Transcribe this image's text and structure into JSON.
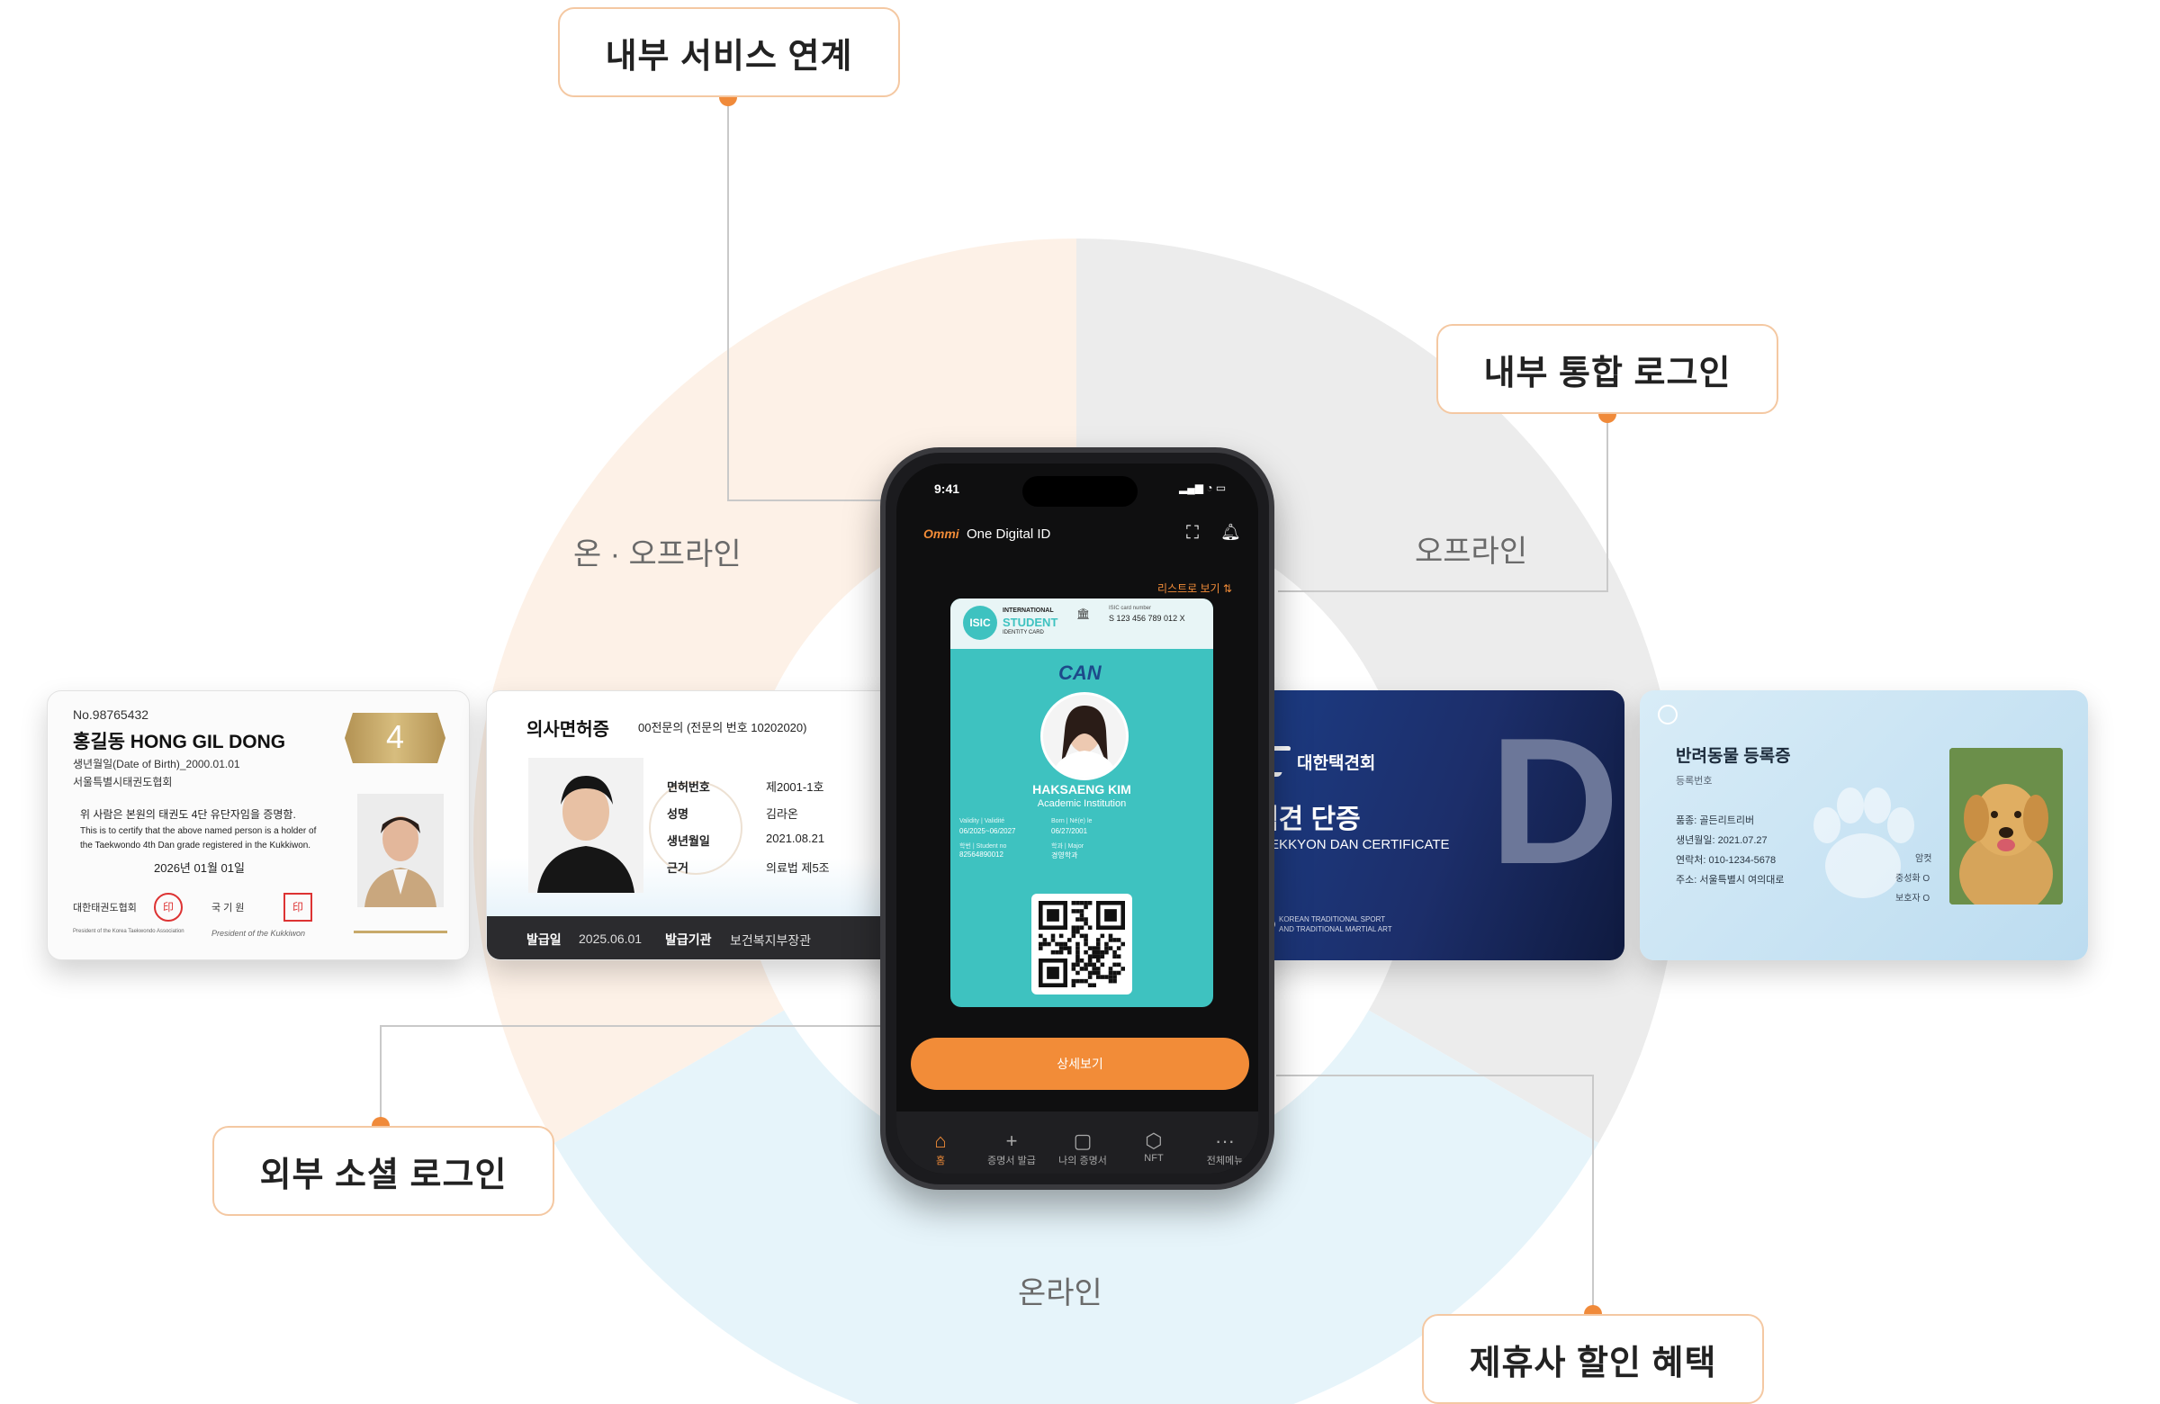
{
  "callouts": {
    "internal_service": "내부 서비스 연계",
    "internal_login": "내부 통합 로그인",
    "external_social_login": "외부 소셜 로그인",
    "partner_discount": "제휴사 할인 혜택"
  },
  "sectors": {
    "on_offline": "온 · 오프라인",
    "offline": "오프라인",
    "online": "온라인"
  },
  "colors": {
    "accent": "#f28c38",
    "sector_on_offline": "#fdf1e7",
    "sector_offline": "#ececec",
    "sector_online": "#e6f4fa",
    "dot": "#f08a3a"
  },
  "taekwondo_card": {
    "number": "No.98765432",
    "name": "홍길동 HONG GIL DONG",
    "dob": "생년월일(Date of Birth)_2000.01.01",
    "association": "서울특별시태권도협회",
    "grade": "4",
    "line_ko": "위 사람은 본원의 태권도 4단 유단자임을 증명함.",
    "line_en_1": "This is to certify that the above named person is a holder of",
    "line_en_2": "the Taekwondo 4th Dan grade registered in the Kukkiwon.",
    "date": "2026년 01월 01일",
    "sign_left": "대한태권도협회",
    "sign_right": "국 기 원",
    "foot_left": "President of the Korea Taekwondo Association",
    "foot_right": "President of the Kukkiwon"
  },
  "doctor_card": {
    "title": "의사면허증",
    "subtitle": "00전문의 (전문의 번호 10202020)",
    "fields": [
      {
        "label": "면허번호",
        "value": "제2001-1호"
      },
      {
        "label": "성명",
        "value": "김라온"
      },
      {
        "label": "생년월일",
        "value": "2021.08.21"
      },
      {
        "label": "근거",
        "value": "의료법 제5조"
      }
    ],
    "issue_label": "발급일",
    "issue_date": "2025.06.01",
    "issuer_label": "발급기관",
    "issuer": "보건복지부장관",
    "seal": "印"
  },
  "phone": {
    "time": "9:41",
    "brand_logo": "Ommi",
    "brand_name": "One Digital ID",
    "list_view": "리스트로 보기 ⇅",
    "detail_button": "상세보기",
    "tabs": [
      {
        "icon": "home-icon",
        "glyph": "⌂",
        "label": "홈",
        "active": true
      },
      {
        "icon": "plus-icon",
        "glyph": "+",
        "label": "증명서 발급",
        "active": false
      },
      {
        "icon": "id-icon",
        "glyph": "▢",
        "label": "나의 증명서",
        "active": false
      },
      {
        "icon": "nft-icon",
        "glyph": "⬡",
        "label": "NFT",
        "active": false
      },
      {
        "icon": "more-icon",
        "glyph": "···",
        "label": "전체메뉴",
        "active": false
      }
    ]
  },
  "isic_card": {
    "badge": "ISIC",
    "line1": "INTERNATIONAL",
    "line2": "STUDENT",
    "line3": "IDENTITY CARD",
    "number_label": "ISIC card number",
    "number": "S 123 456 789 012 X",
    "name": "HAKSAENG KIM",
    "institution": "Academic Institution",
    "validity_label": "Validity | Validité",
    "validity": "06/2025~06/2027",
    "born_label": "Born | Né(e) le",
    "born": "06/27/2001",
    "student_no_label": "학번 | Student no",
    "student_no": "82564890012",
    "major_label": "학과 | Major",
    "major": "경영학과",
    "scribble": "CAN"
  },
  "taekkyon_card": {
    "org": "대한택견회",
    "title": "택견 단증",
    "subtitle": "TAEKKYON DAN CERTIFICATE",
    "big_letter": "D",
    "foot_1": "KOREAN TRADITIONAL SPORT",
    "foot_2": "AND TRADITIONAL MARTIAL ART"
  },
  "pet_card": {
    "title": "반려동물 등록증",
    "reg_label": "등록번호",
    "fields": [
      {
        "label": "품종",
        "value": "골든리트리버"
      },
      {
        "label": "생년월일",
        "value": "2021.07.27"
      },
      {
        "label": "연락처",
        "value": "010-1234-5678"
      },
      {
        "label": "주소",
        "value": "서울특별시 여의대로"
      }
    ],
    "sex": "암컷",
    "neutered": "중성화 O",
    "guardian": "보호자 O"
  }
}
